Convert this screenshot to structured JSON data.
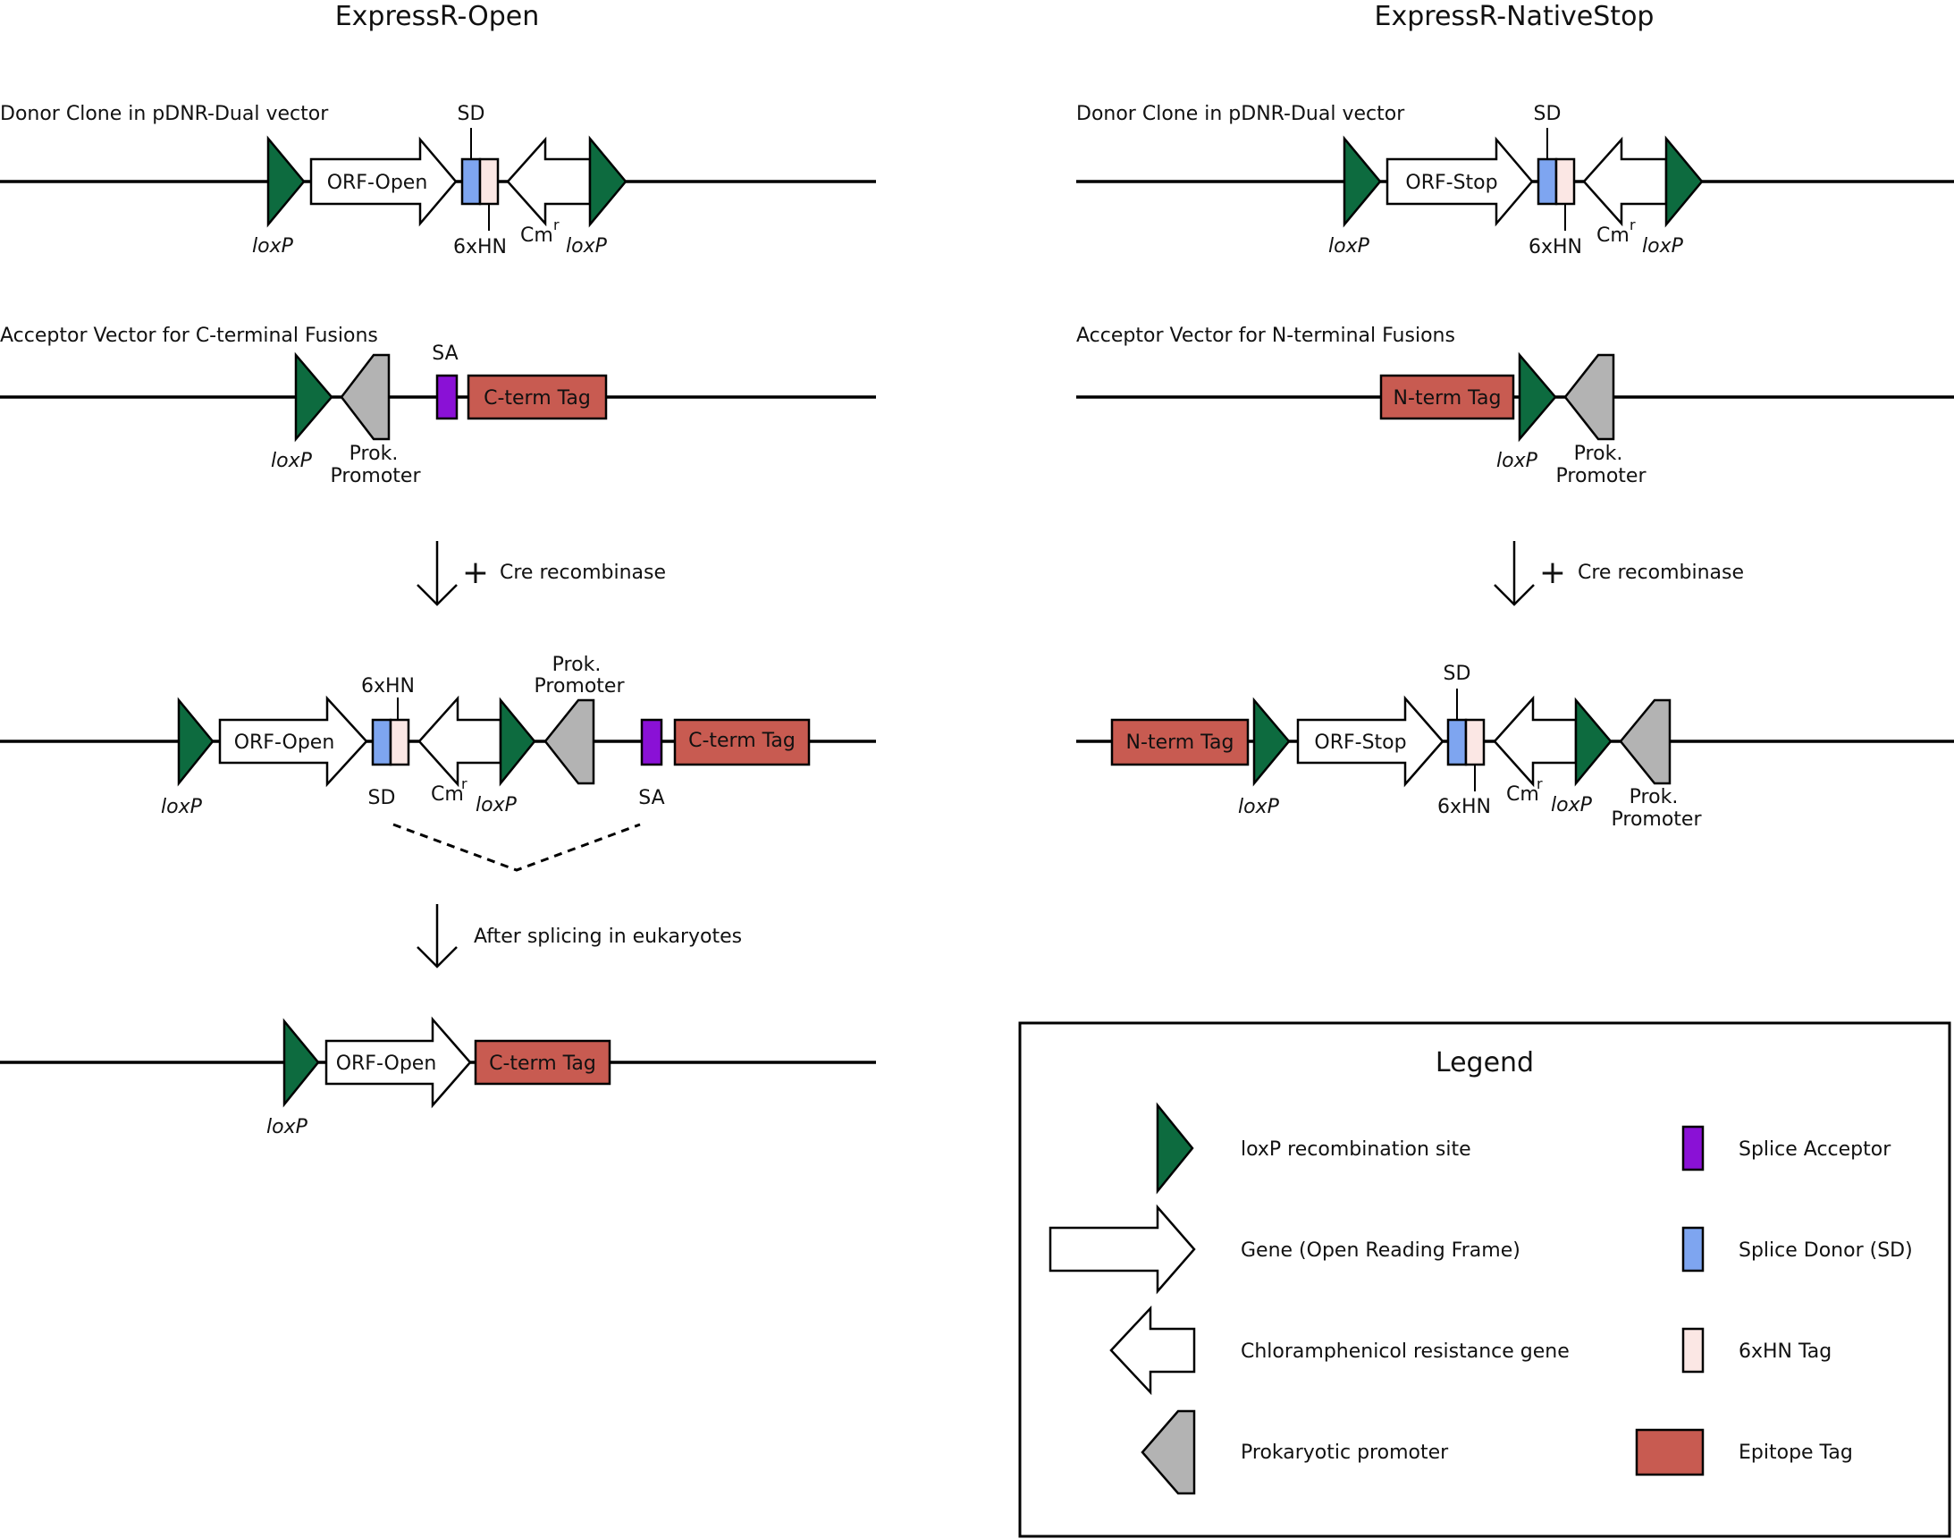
{
  "left": {
    "title": "ExpressR-Open",
    "donor_label": "Donor Clone in pDNR-Dual vector",
    "donor_orf": "ORF-Open",
    "acceptor_label": "Acceptor Vector for C-terminal Fusions",
    "acceptor_tag": "C-term Tag",
    "cre": "Cre recombinase",
    "result_orf": "ORF-Open",
    "result_tag": "C-term Tag",
    "splice_step": "After splicing in eukaryotes",
    "final_orf": "ORF-Open",
    "final_tag": "C-term Tag"
  },
  "right": {
    "title": "ExpressR-NativeStop",
    "donor_label": "Donor Clone in pDNR-Dual vector",
    "donor_orf": "ORF-Stop",
    "acceptor_label": "Acceptor Vector for N-terminal Fusions",
    "acceptor_tag": "N-term Tag",
    "cre": "Cre recombinase",
    "result_orf": "ORF-Stop",
    "result_tag": "N-term Tag"
  },
  "labels": {
    "loxp": "loxP",
    "sd": "SD",
    "sa": "SA",
    "hn": "6xHN",
    "cm": "Cm",
    "cm_sup": "r",
    "prok1": "Prok.",
    "prok2": "Promoter",
    "plus": "+"
  },
  "legend": {
    "title": "Legend",
    "loxp": "loxP recombination site",
    "gene": "Gene (Open Reading Frame)",
    "cm": "Chloramphenicol resistance gene",
    "prok": "Prokaryotic promoter",
    "sa": "Splice Acceptor",
    "sd": "Splice Donor (SD)",
    "hn": "6xHN Tag",
    "epitope": "Epitope Tag"
  },
  "colors": {
    "loxp": "#0d6b3f",
    "splice_acceptor": "#8a11d6",
    "splice_donor": "#7ea5f0",
    "hn_tag": "#fbe7e4",
    "epitope_tag": "#c85b51",
    "promoter": "#b3b3b3",
    "gene": "#ffffff"
  }
}
